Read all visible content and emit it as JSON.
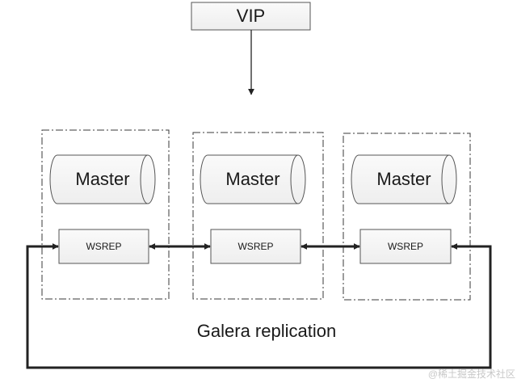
{
  "diagram": {
    "vip_label": "VIP",
    "nodes": [
      {
        "master_label": "Master",
        "wsrep_label": "WSREP"
      },
      {
        "master_label": "Master",
        "wsrep_label": "WSREP"
      },
      {
        "master_label": "Master",
        "wsrep_label": "WSREP"
      }
    ],
    "replication_label": "Galera replication",
    "watermark": "@稀土掘金技术社区"
  },
  "colors": {
    "box_fill": "#f4f4f4",
    "line": "#222222",
    "dashed_border": "#3a3a3a"
  }
}
